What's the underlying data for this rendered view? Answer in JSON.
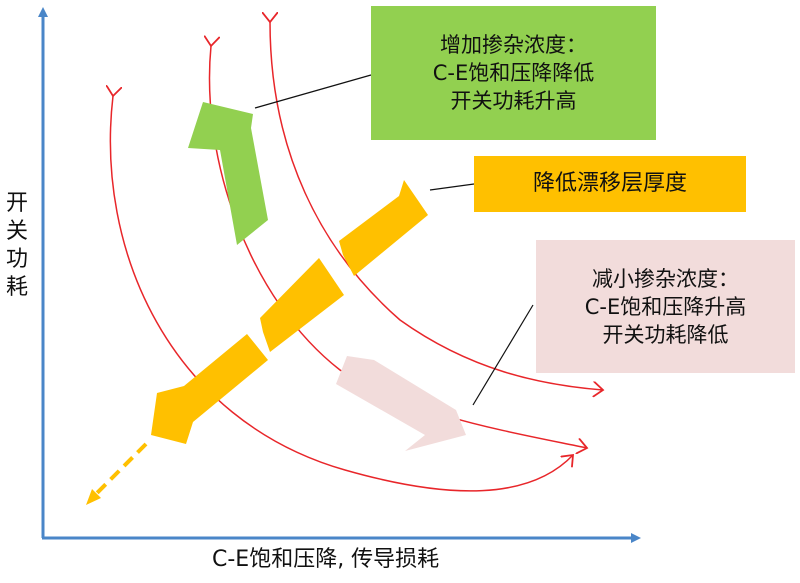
{
  "axes": {
    "y_title_lines": [
      "开",
      "关",
      "功",
      "耗"
    ],
    "x_title": "C-E饱和压降, 传导损耗"
  },
  "callouts": {
    "increase_doping": [
      "增加掺杂浓度：",
      "C-E饱和压降降低",
      "开关功耗升高"
    ],
    "reduce_drift_thickness": "降低漂移层厚度",
    "decrease_doping": [
      "减小掺杂浓度：",
      "C-E饱和压降升高",
      "开关功耗降低"
    ]
  },
  "colors": {
    "axis": "#4a86c8",
    "curve": "#e8262a",
    "green": "#92d050",
    "yellow": "#ffc000",
    "pink": "#f2dcdb",
    "leader": "#111111"
  }
}
